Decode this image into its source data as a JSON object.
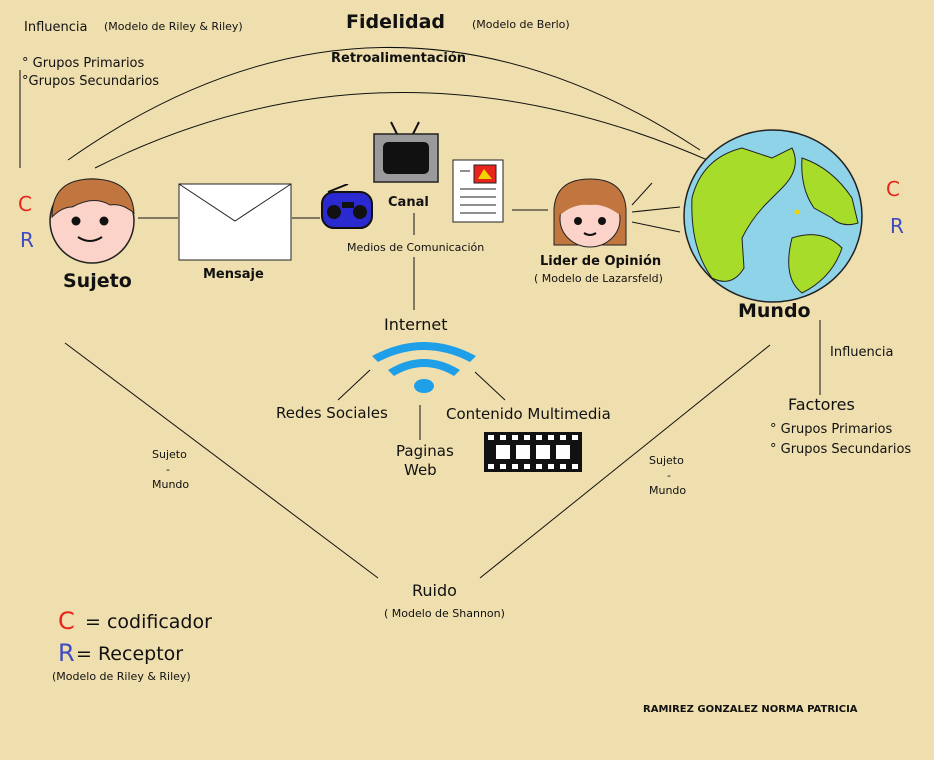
{
  "title": "Fidelidad",
  "title_note": "(Modelo de Berlo)",
  "feedback": "Retroalimentación",
  "left_top": {
    "influence": "Influencia",
    "model": "(Modelo de Riley & Riley)",
    "group1": "° Grupos Primarios",
    "group2": "°Grupos Secundarios"
  },
  "letters": {
    "c": "C",
    "r": "R"
  },
  "subject": "Sujeto",
  "message": "Mensaje",
  "channel": "Canal",
  "media": "Medios de Comunicación",
  "leader": "Lider de Opinión",
  "leader_model": "( Modelo de Lazarsfeld)",
  "world": "Mundo",
  "right": {
    "influence": "Influencia",
    "factors": "Factores",
    "group1": "° Grupos Primarios",
    "group2": "° Grupos Secundarios"
  },
  "internet": "Internet",
  "social": "Redes Sociales",
  "multimedia": "Contenido Multimedia",
  "web1": "Paginas",
  "web2": "Web",
  "sm_left": {
    "a": "Sujeto",
    "dash": "-",
    "b": "Mundo"
  },
  "sm_right": {
    "a": "Sujeto",
    "dash": "-",
    "b": "Mundo"
  },
  "noise": "Ruido",
  "noise_model": "( Modelo de Shannon)",
  "legend": {
    "c": "C",
    "c_text": "= codificador",
    "r": "R",
    "r_text": "= Receptor",
    "model": "(Modelo de Riley & Riley)"
  },
  "author": "RAMIREZ GONZALEZ NORMA PATRICIA",
  "colors": {
    "background": "#EFDFAE",
    "c_red": "#E8241C",
    "r_blue": "#3E4BC0",
    "globe_land": "#A8DC2A",
    "globe_water": "#8FD3E8",
    "radio": "#2A2AD0",
    "wifi": "#1E9FE8"
  }
}
